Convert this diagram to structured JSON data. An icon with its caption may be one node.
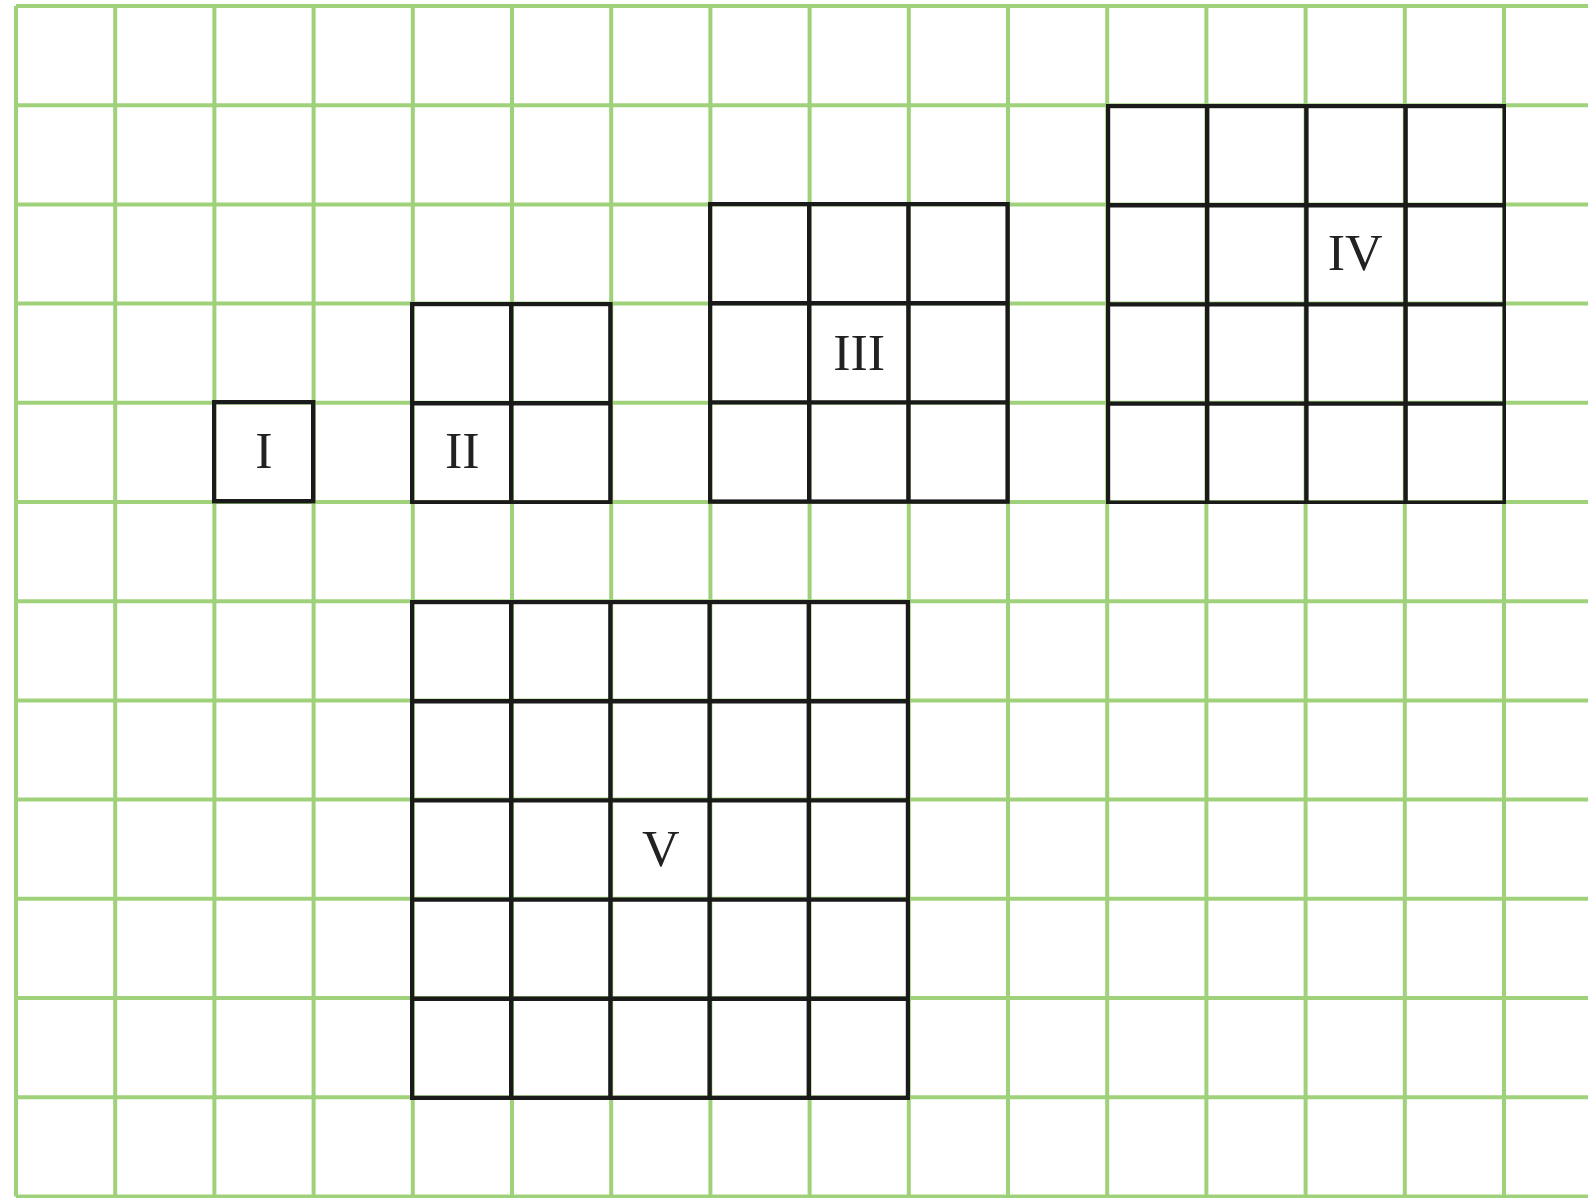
{
  "diagram": {
    "nodes": [
      {
        "text": [
          "I"
        ]
      },
      {
        "text": [
          "II"
        ]
      },
      {
        "text": [
          "III"
        ]
      },
      {
        "text": [
          "IV"
        ]
      },
      {
        "text": [
          "V"
        ]
      }
    ]
  }
}
